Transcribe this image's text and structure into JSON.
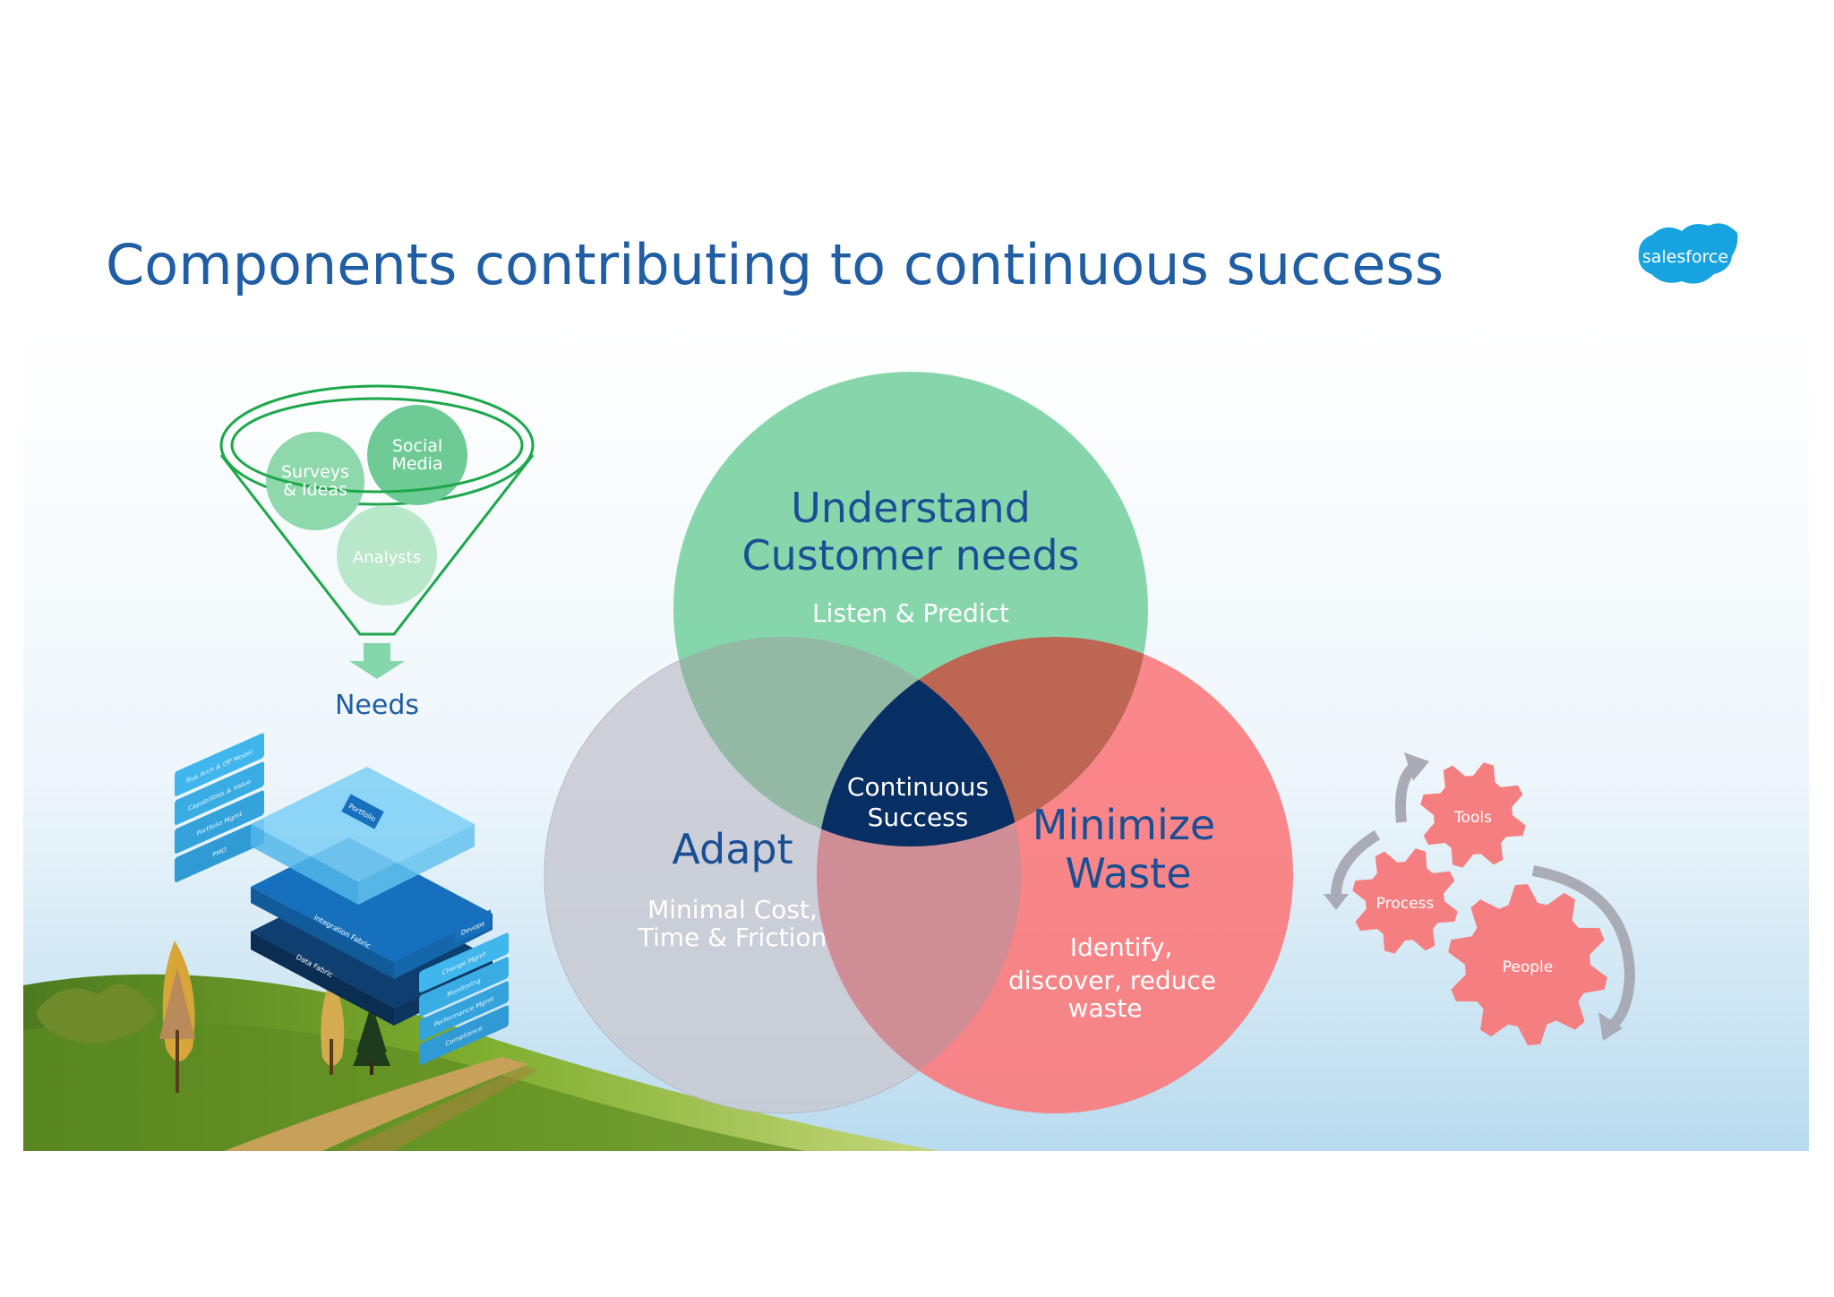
{
  "slide": {
    "title": "Components contributing to continuous success",
    "logo_text": "salesforce"
  },
  "funnel": {
    "items": [
      "Surveys & Ideas",
      "Social Media",
      "Analysts"
    ],
    "output_label": "Needs"
  },
  "platform_stack": {
    "left_tabs": [
      "Bus Arch & OP Model",
      "Capabilities & Value",
      "Portfolio Mgmt",
      "PMO"
    ],
    "layers": [
      "Portfolio",
      "Integration Fabric",
      "Data Fabric"
    ],
    "right_tabs": [
      "Devops",
      "Change Mgmt",
      "Monitoring",
      "Performance Mgmt",
      "Compliance"
    ]
  },
  "venn": {
    "top": {
      "title_line1": "Understand",
      "title_line2": "Customer needs",
      "subtitle": "Listen & Predict"
    },
    "left": {
      "title": "Adapt",
      "subtitle_line1": "Minimal Cost,",
      "subtitle_line2": "Time & Friction"
    },
    "right": {
      "title_line1": "Minimize",
      "title_line2": "Waste",
      "subtitle_line1": "Identify,",
      "subtitle_line2": "discover, reduce",
      "subtitle_line3": "waste"
    },
    "center": {
      "line1": "Continuous",
      "line2": "Success"
    }
  },
  "gears": [
    "Tools",
    "Process",
    "People"
  ],
  "colors": {
    "title": "#1f5da4",
    "green": "#7dd3a4",
    "grey": "#c9cbd4",
    "red": "#fb7a7c",
    "navy": "#082f63",
    "gear": "#f57f80",
    "logo": "#16a3e0"
  }
}
